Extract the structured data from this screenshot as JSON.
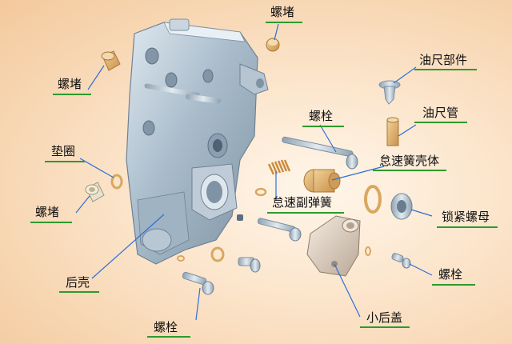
{
  "diagram": {
    "labels": {
      "plug_top": "螺堵",
      "plug_left": "螺堵",
      "dipstick_part": "油尺部件",
      "dipstick_tube": "油尺管",
      "bolt_upper": "螺栓",
      "idle_spring_housing": "怠速簧壳体",
      "washer": "垫圈",
      "idle_secondary_spring": "怠速副弹簧",
      "plug_lower_left": "螺堵",
      "lock_nut": "锁紧螺母",
      "bolt_right": "螺栓",
      "rear_housing": "后壳",
      "small_rear_cover": "小后盖",
      "bolt_bottom": "螺栓"
    },
    "colors": {
      "leader_line": "#2e6fd8",
      "underline": "#2e9a2e",
      "housing_metal": "#a9bccb",
      "brass": "#d9a760"
    }
  }
}
